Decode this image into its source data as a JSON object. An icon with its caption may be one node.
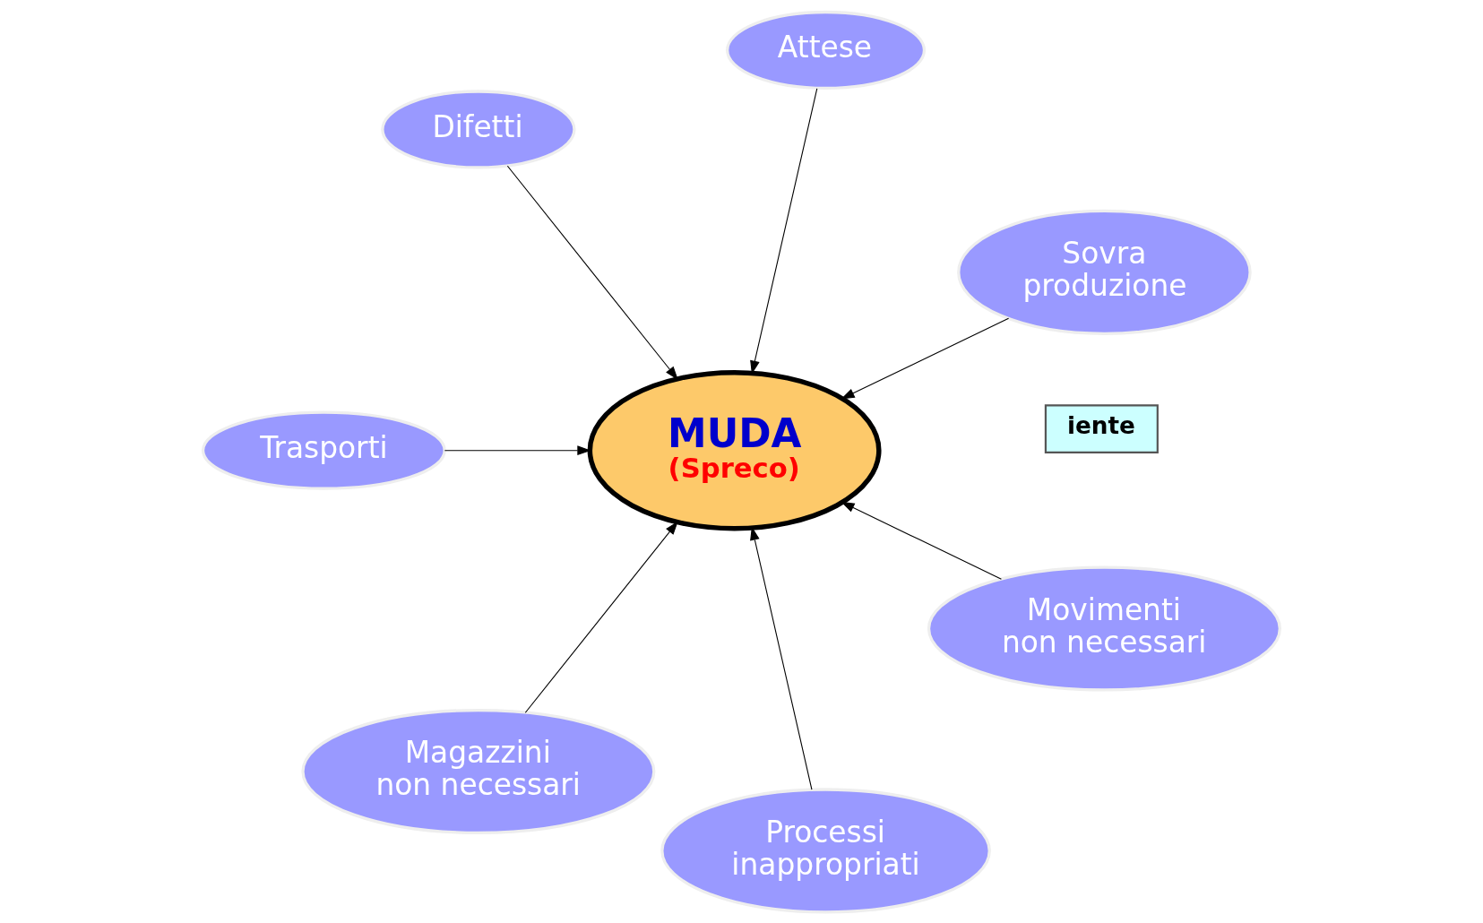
{
  "diagram": {
    "nodes": [
      {
        "text": [
          "Sovra produzione"
        ]
      },
      {
        "text": [
          "Attese"
        ]
      },
      {
        "text": [
          "Difetti"
        ]
      },
      {
        "text": [
          "MUDA",
          "(Spreco)"
        ]
      },
      {
        "text": [
          "Trasporti"
        ]
      },
      {
        "text": [
          "Magazzini non necessari"
        ]
      },
      {
        "text": [
          "Processi inappropriati"
        ]
      },
      {
        "text": [
          "Movimenti non necessari"
        ]
      }
    ],
    "edges": [
      {
        "from": 0,
        "to": 3,
        "arrow": "to"
      },
      {
        "from": 1,
        "to": 3,
        "arrow": "to"
      },
      {
        "from": 2,
        "to": 3,
        "arrow": "to"
      },
      {
        "from": 4,
        "to": 3,
        "arrow": "to"
      },
      {
        "from": 5,
        "to": 3,
        "arrow": "to"
      },
      {
        "from": 6,
        "to": 3,
        "arrow": "to"
      },
      {
        "from": 7,
        "to": 3,
        "arrow": "to"
      }
    ],
    "labels": [
      "iente"
    ]
  }
}
